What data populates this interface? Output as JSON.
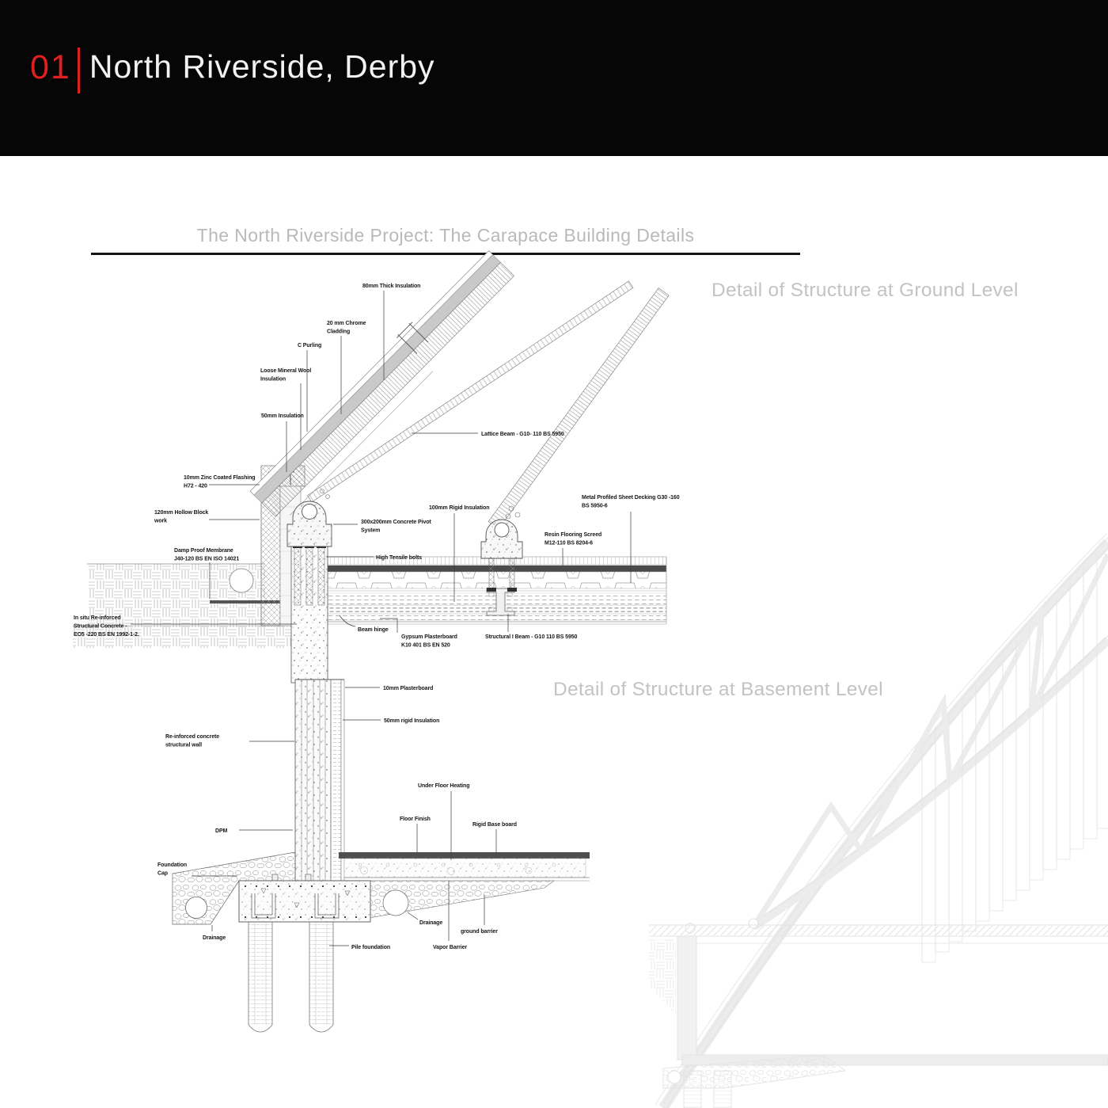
{
  "header": {
    "number": "01",
    "title": "North Riverside, Derby"
  },
  "titles": {
    "page_title": "The North Riverside Project: The Carapace Building Details",
    "ground_heading": "Detail of Structure at Ground Level",
    "basement_heading": "Detail of Structure at Basement Level"
  },
  "colors": {
    "accent_red": "#e0201d",
    "header_bg": "#060606",
    "muted_heading": "#c3c3c3",
    "screed_dark": "#4b4b4b"
  },
  "ground_detail": {
    "labels": [
      {
        "text": "80mm Thick Insulation"
      },
      {
        "text": "20 mm Chrome\nCladding"
      },
      {
        "text": "C Purling"
      },
      {
        "text": "Loose Mineral Wool\nInsulation"
      },
      {
        "text": "50mm Insulation"
      },
      {
        "text": "Lattice Beam - G10- 110 BS 5950"
      },
      {
        "text": "10mm Zinc Coated Flashing\nH72 - 420"
      },
      {
        "text": "120mm Hollow Block\nwork"
      },
      {
        "text": "Damp Proof Membrane\nJ40-120 BS EN ISO 14021"
      },
      {
        "text": "In situ  Re-inforced\nStructural Concrete -\nEO5 -220 BS EN 1992-1-2."
      },
      {
        "text": "300x200mm Concrete Pivot\nSystem"
      },
      {
        "text": "100mm Rigid Insulation"
      },
      {
        "text": "Metal Profiled Sheet Decking G30 -160\nBS 5950-6"
      },
      {
        "text": "Resin Flooring Screed\nM12-110 BS 8204-6"
      },
      {
        "text": "High Tensile bolts"
      },
      {
        "text": "Beam hinge"
      },
      {
        "text": "Gypsum Plasterboard\nK10 401 BS EN 520"
      },
      {
        "text": "Structural I Beam - G10 110 BS 5950"
      }
    ]
  },
  "basement_detail": {
    "labels": [
      {
        "text": "10mm Plasterboard"
      },
      {
        "text": "50mm rigid Insulation"
      },
      {
        "text": "Re-inforced concrete\nstructural wall"
      },
      {
        "text": "Under Floor Heating"
      },
      {
        "text": "Floor Finish"
      },
      {
        "text": "Rigid Base board"
      },
      {
        "text": "DPM"
      },
      {
        "text": "Foundation\nCap"
      },
      {
        "text": "Drainage"
      },
      {
        "text": "Drainage"
      },
      {
        "text": "Pile foundation"
      },
      {
        "text": "Vapor Barrier"
      },
      {
        "text": "ground barrier"
      }
    ]
  }
}
